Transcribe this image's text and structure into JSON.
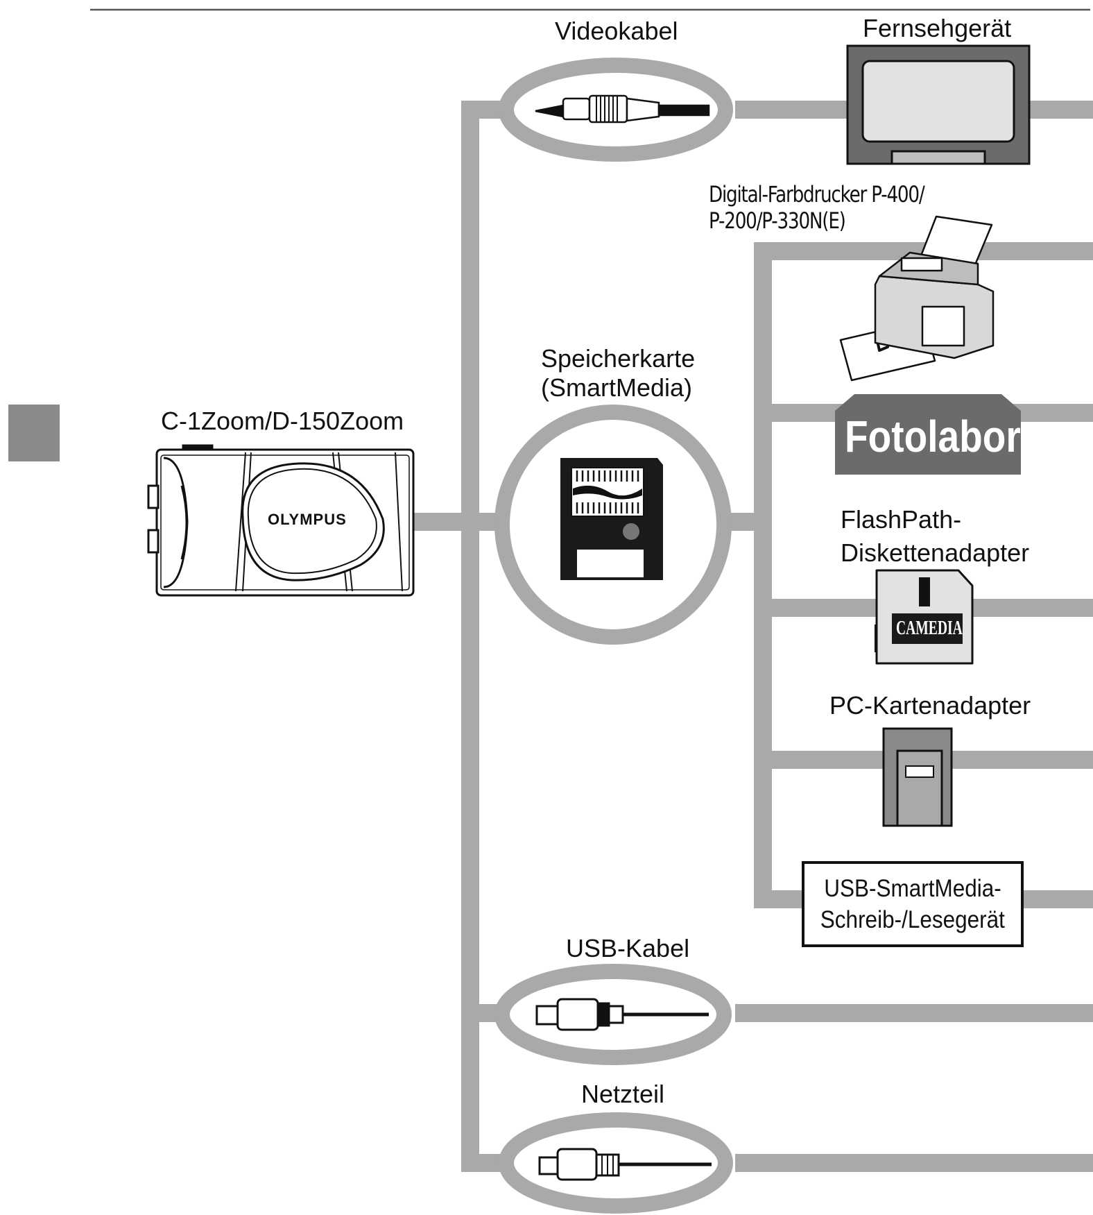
{
  "labels": {
    "videokabel": "Videokabel",
    "fernsehgeraet": "Fernsehgerät",
    "printer_line1": "Digital-Farbdrucker P-400/",
    "printer_line2": "P-200/P-330N(E)",
    "speicherkarte_line1": "Speicherkarte",
    "speicherkarte_line2": "(SmartMedia)",
    "camera": "C-1Zoom/D-150Zoom",
    "fotolabor": "Fotolabor",
    "flashpath_line1": "FlashPath-",
    "flashpath_line2": "Diskettenadapter",
    "pc_adapter": "PC-Kartenadapter",
    "usb_reader_line1": "USB-SmartMedia-",
    "usb_reader_line2": "Schreib-/Lesegerät",
    "usb_kabel": "USB-Kabel",
    "netzteil": "Netzteil",
    "camera_brand": "OLYMPUS",
    "flashpath_brand": "CAMEDIA"
  },
  "colors": {
    "connector": "#a9a9a9",
    "ink": "#111111",
    "tab_marker": "#8a8a8a",
    "fotolabor_bg": "#6b6b6b"
  }
}
